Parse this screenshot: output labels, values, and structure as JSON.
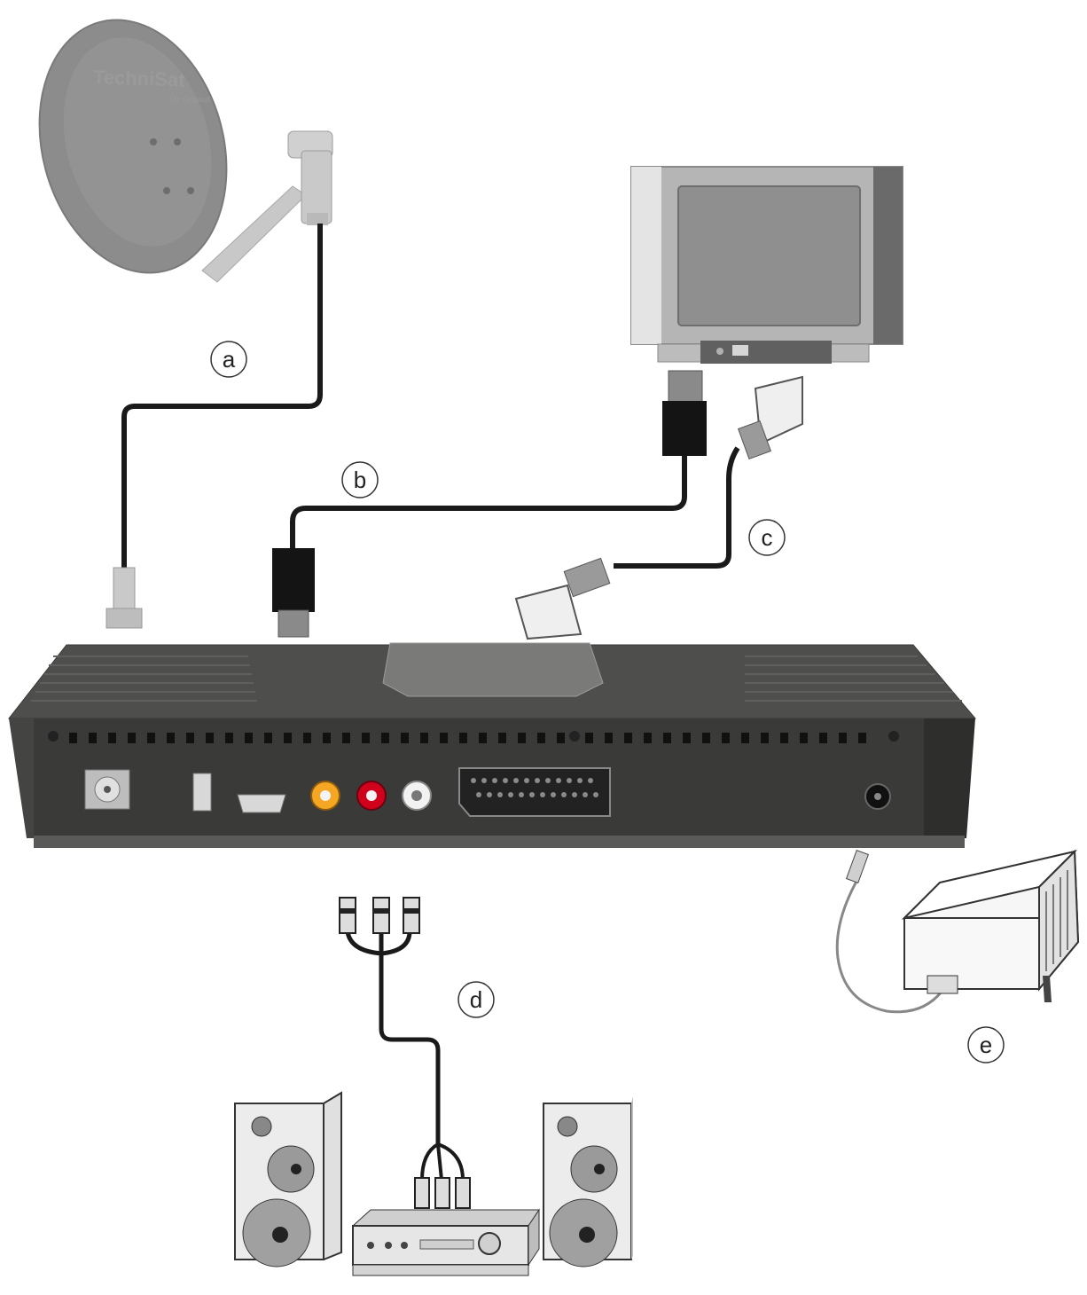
{
  "brand": {
    "logo_text": "TechniSat",
    "logo_tagline": "The Original"
  },
  "callouts": {
    "a": "a",
    "b": "b",
    "c": "c",
    "d": "d",
    "e": "e"
  },
  "colors": {
    "dish": "#8c8c8c",
    "receiver_body": "#4a4a48",
    "receiver_face": "#3a3a38",
    "cable": "#1a1a1a",
    "rca_yellow": "#f5a623",
    "rca_red": "#d0021b",
    "rca_white": "#f2f2f2",
    "tv_frame": "#b5b5b5",
    "tv_screen": "#8f8f8f"
  }
}
